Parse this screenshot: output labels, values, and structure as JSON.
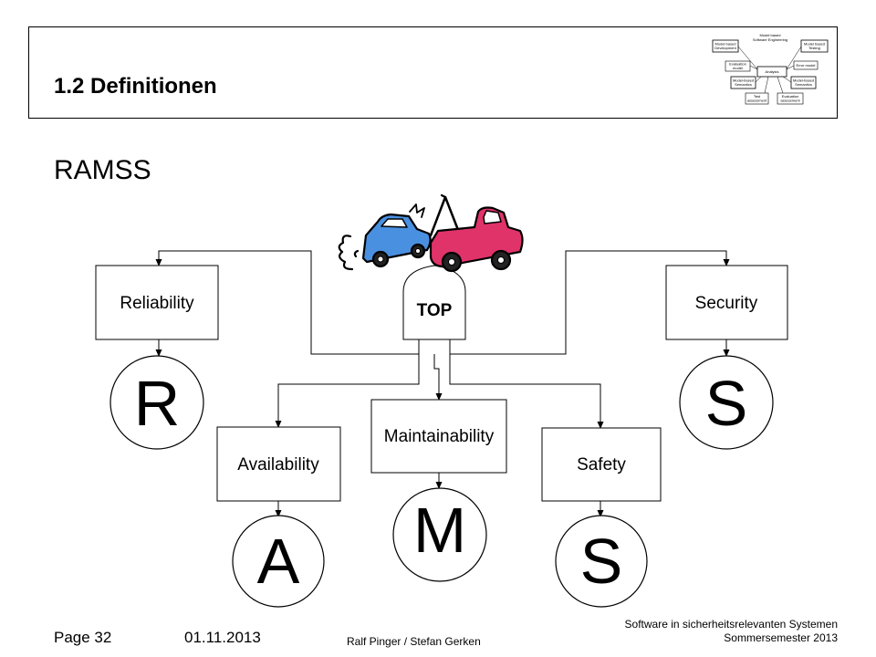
{
  "header": {
    "section_title": "1.2 Definitionen",
    "thumbnail": {
      "top_label": [
        "Model based",
        "Software Engineering"
      ],
      "left_top": [
        "Model based",
        "Development"
      ],
      "right_top": [
        "Model based",
        "Testing"
      ],
      "center": "Analysis",
      "left_mid": [
        "Evaluation",
        "model"
      ],
      "right_mid": [
        "Error model"
      ],
      "left_low": [
        "Model-based",
        "Semantics"
      ],
      "right_low": [
        "Model-based",
        "Semantics"
      ],
      "bottom_left": [
        "Test",
        "assessment"
      ],
      "bottom_right": [
        "Evaluation",
        "assessment"
      ]
    }
  },
  "slide": {
    "heading": "RAMSS"
  },
  "diagram": {
    "top_event": "TOP",
    "events": {
      "reliability": "Reliability",
      "security": "Security",
      "availability": "Availability",
      "maintainability": "Maintainability",
      "safety": "Safety"
    },
    "letters": {
      "reliability": "R",
      "security": "S",
      "availability": "A",
      "maintainability": "M",
      "safety": "S"
    }
  },
  "footer": {
    "page": "Page 32",
    "date": "01.11.2013",
    "authors": "Ralf Pinger / Stefan Gerken",
    "course_line1": "Software in sicherheitsrelevanten Systemen",
    "course_line2": "Sommersemester 2013"
  },
  "colors": {
    "blue_car": "#4a90e0",
    "pink_car": "#e0336a",
    "line": "#000000"
  },
  "icons": [
    "car-crash-icon",
    "tow-truck-icon"
  ]
}
